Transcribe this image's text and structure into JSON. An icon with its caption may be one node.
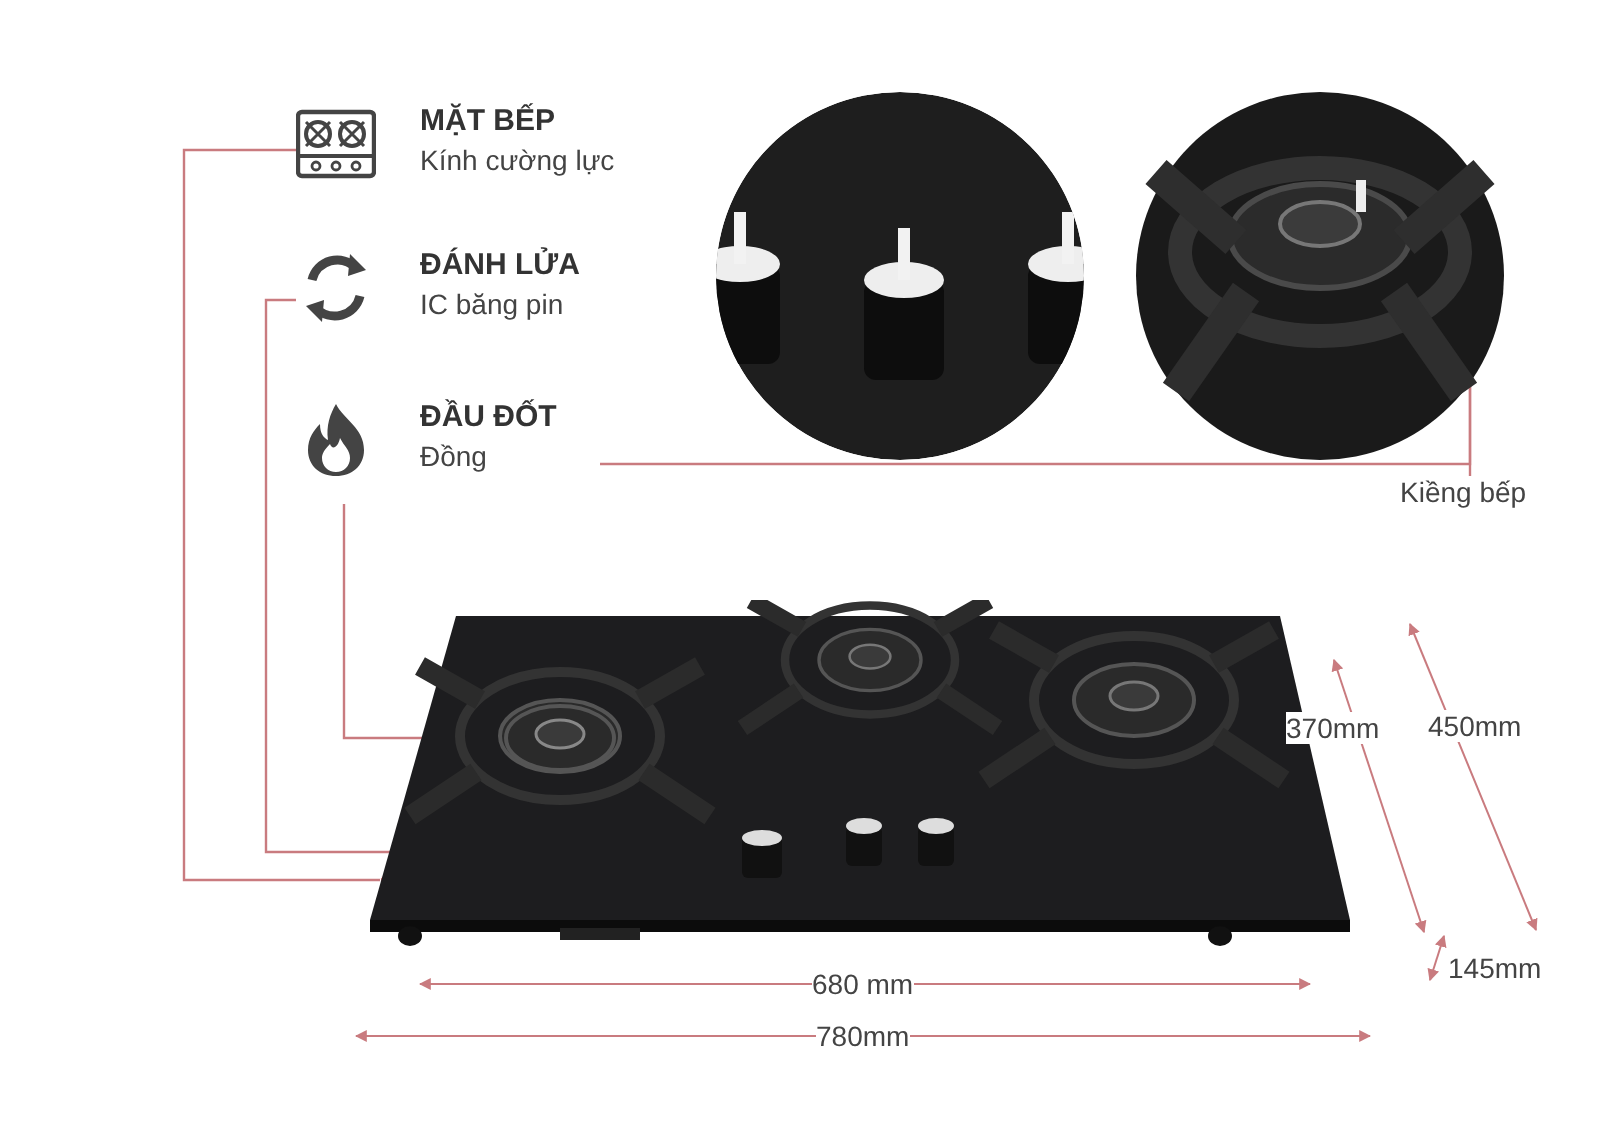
{
  "diagram": {
    "nodes": [
      {
        "text": [
          "MẶT BẾP",
          "Kính cường lực"
        ]
      },
      {
        "text": [
          "ĐÁNH LỬA",
          "IC băng pin"
        ]
      },
      {
        "text": [
          "ĐẦU ĐỐT",
          "Đồng"
        ]
      },
      {
        "text": [
          "Kiềng bếp"
        ]
      },
      {
        "text": [],
        "shape": "picture"
      },
      {
        "text": [],
        "shape": "picture"
      },
      {
        "text": [],
        "shape": "cylinder",
        "in": 5
      },
      {
        "text": [],
        "shape": "picture",
        "in": 5
      }
    ],
    "edges": [
      {
        "from": 0,
        "to": 5,
        "arrow": "other"
      },
      {
        "from": 1,
        "to": 6,
        "arrow": "other"
      },
      {
        "from": 2,
        "to": 7,
        "arrow": "other"
      },
      {
        "from": 2,
        "to": 4,
        "arrow": "none"
      },
      {
        "from": 3,
        "to": 4,
        "arrow": "none"
      }
    ],
    "labels": [
      "370mm",
      "450mm",
      "145mm",
      "680 mm",
      "780mm"
    ]
  }
}
